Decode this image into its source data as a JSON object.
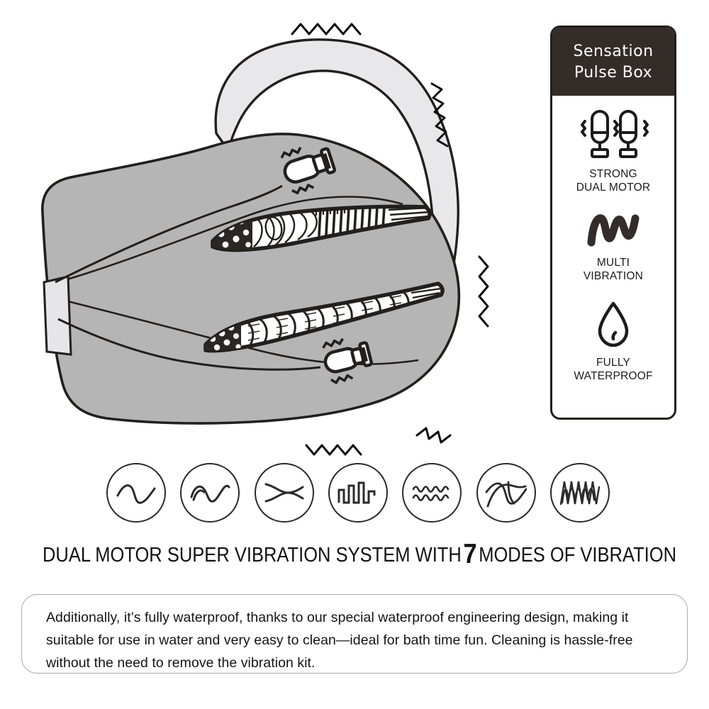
{
  "colors": {
    "body_gray": "#b5b5b5",
    "body_light": "#e8e8ea",
    "outline": "#231f1c",
    "panel_header_bg": "#332c28",
    "panel_header_text": "#ffffff",
    "text_dark": "#141414",
    "circle_stroke": "#2b2b2b",
    "desc_border": "#a9a9a9"
  },
  "illustration": {
    "name": "stroker-cutaway-illustration",
    "body_label": "masturbator-body-cutaway",
    "channels": [
      {
        "name": "upper-textured-channel",
        "texture": "nubs-ribs-beads"
      },
      {
        "name": "lower-textured-channel",
        "texture": "spiral-ribs-beads"
      }
    ],
    "bullets": [
      {
        "name": "bullet-vibrator-upper"
      },
      {
        "name": "bullet-vibrator-lower"
      }
    ],
    "vibration_marks": 6,
    "control_panel_label": "usb-port-panel"
  },
  "panel": {
    "header": {
      "line1": "Sensation",
      "line2": "Pulse  Box"
    },
    "features": [
      {
        "icon": "dual-motor-icon",
        "label_line1": "STRONG",
        "label_line2": "DUAL MOTOR"
      },
      {
        "icon": "multi-vibration-wave-icon",
        "label_line1": "MULTI",
        "label_line2": "VIBRATION"
      },
      {
        "icon": "water-drop-icon",
        "label_line1": "FULLY",
        "label_line2": "WATERPROOF"
      }
    ]
  },
  "modes": {
    "count": 7,
    "items": [
      {
        "name": "mode-icon-sine-wave",
        "pattern": "single smooth sine pulse"
      },
      {
        "name": "mode-icon-double-wave",
        "pattern": "two rounded crests"
      },
      {
        "name": "mode-icon-crossing-waves",
        "pattern": "two crossing arcs"
      },
      {
        "name": "mode-icon-square-wave",
        "pattern": "stepped square pulses"
      },
      {
        "name": "mode-icon-dense-ripple",
        "pattern": "two dense small ripples"
      },
      {
        "name": "mode-icon-overlapping-curves",
        "pattern": "overlapping irregular curves"
      },
      {
        "name": "mode-icon-tall-zigzag",
        "pattern": "tall dense zigzag"
      }
    ]
  },
  "caption": {
    "before_number": "DUAL MOTOR SUPER VIBRATION SYSTEM WITH",
    "number": "7",
    "after_number": "MODES OF VIBRATION"
  },
  "description": {
    "text": "Additionally, it’s fully waterproof, thanks to our special waterproof engineering design, making it suitable for use in water and very easy to clean—ideal for bath time fun. Cleaning is hassle-free without the need to remove the vibration kit."
  }
}
